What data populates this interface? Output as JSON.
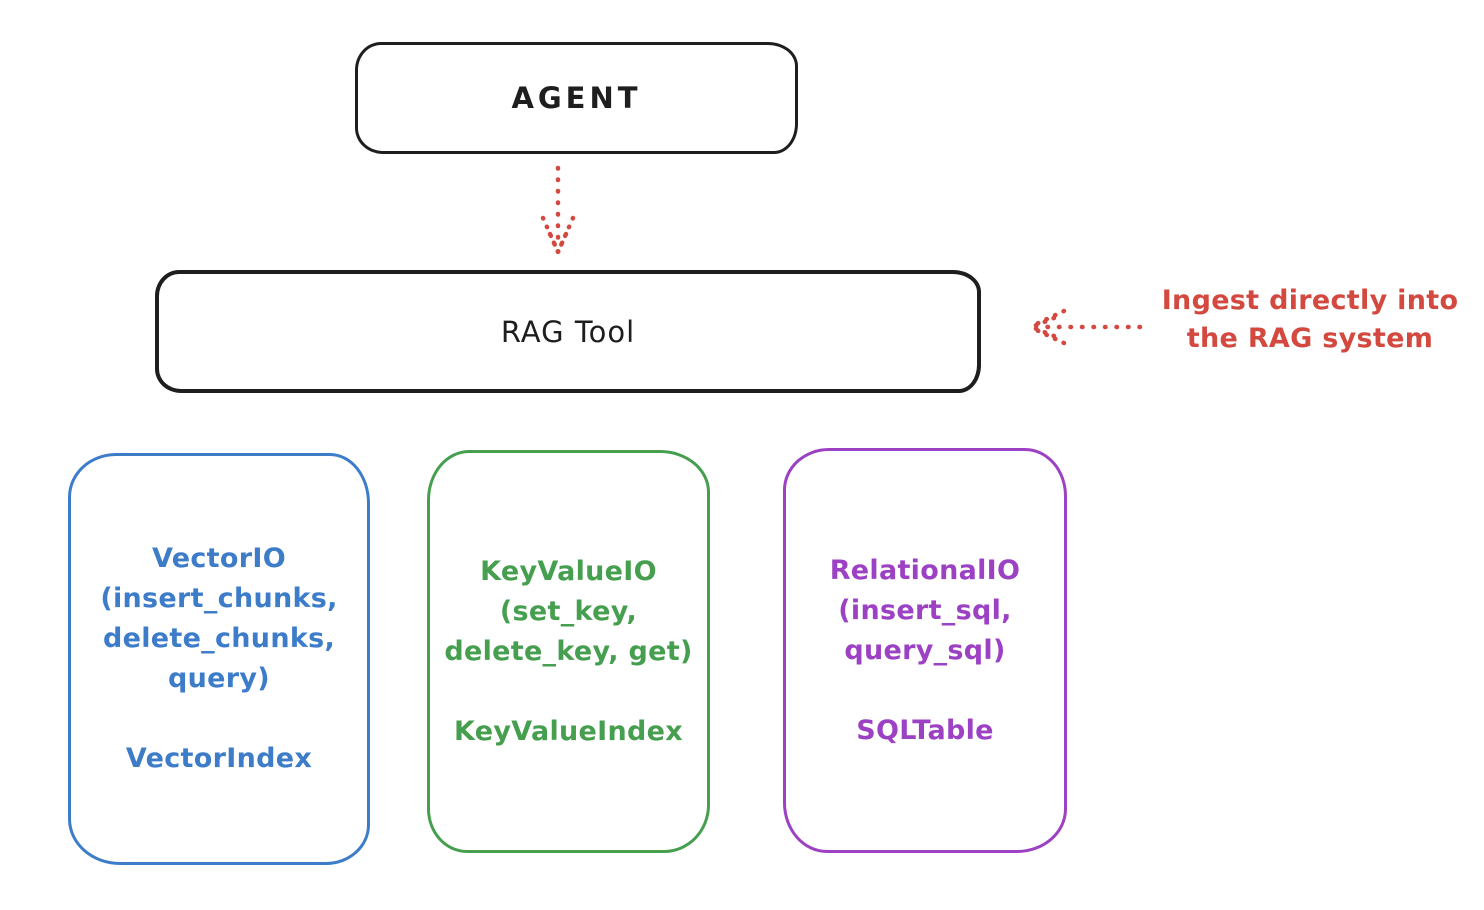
{
  "colors": {
    "black": "#1e1e1e",
    "red": "#d3493f",
    "blue": "#3d7cc9",
    "green": "#469e4f",
    "purple": "#9c41c4"
  },
  "agent": {
    "label": "AGENT"
  },
  "rag_tool": {
    "label": "RAG Tool"
  },
  "annotation": {
    "line1": "Ingest directly into",
    "line2": "the RAG system"
  },
  "backends": [
    {
      "title": "VectorIO",
      "args_lines": [
        "(insert_chunks,",
        "delete_chunks,",
        "query)"
      ],
      "index_label": "VectorIndex",
      "color": "#3d7cc9"
    },
    {
      "title": "KeyValueIO",
      "args_lines": [
        "(set_key,",
        "delete_key, get)"
      ],
      "index_label": "KeyValueIndex",
      "color": "#469e4f"
    },
    {
      "title": "RelationalIO",
      "args_lines": [
        "(insert_sql,",
        "query_sql)"
      ],
      "index_label": "SQLTable",
      "color": "#9c41c4"
    }
  ]
}
